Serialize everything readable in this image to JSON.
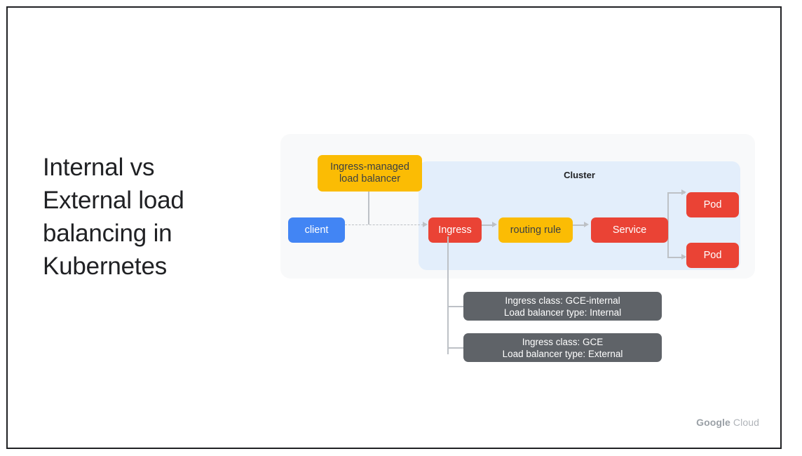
{
  "slide": {
    "title": "Internal vs\nExternal load\nbalancing in\nKubernetes",
    "footer": {
      "brand_primary": "Google",
      "brand_secondary": "Cloud"
    },
    "colors": {
      "frame_border": "#202124",
      "panel_bg": "#f8f9fa",
      "cluster_bg": "#e3eefb",
      "blue": "#4285f4",
      "yellow": "#fbbc04",
      "red": "#ea4335",
      "gray": "#5f6368",
      "connector": "#bdc1c6",
      "title_text": "#202124",
      "footer_text": "#9aa0a6"
    }
  },
  "diagram": {
    "cluster_label": "Cluster",
    "nodes": {
      "load_balancer": "Ingress-managed\nload balancer",
      "client": "client",
      "ingress": "Ingress",
      "routing_rule": "routing rule",
      "service": "Service",
      "pod_top": "Pod",
      "pod_bottom": "Pod"
    },
    "annotations": [
      {
        "line1": "Ingress class: GCE-internal",
        "line2": "Load balancer type: Internal"
      },
      {
        "line1": "Ingress class: GCE",
        "line2": "Load balancer type: External"
      }
    ]
  }
}
